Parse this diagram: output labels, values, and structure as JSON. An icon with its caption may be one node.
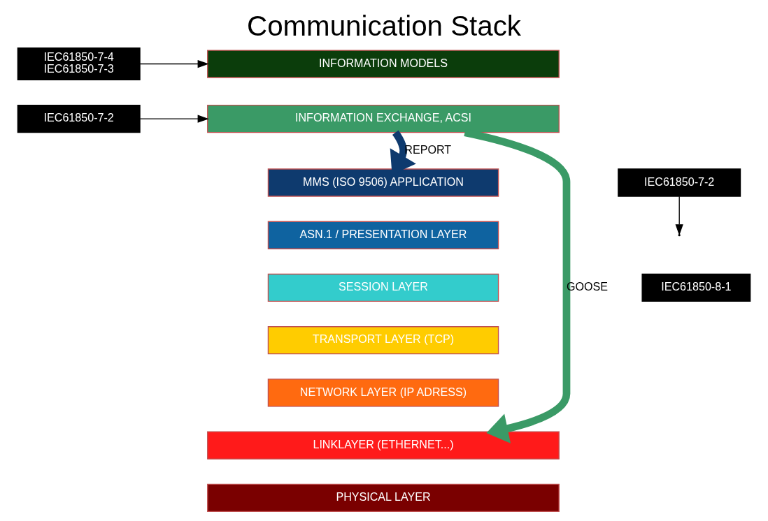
{
  "diagram": {
    "title": "Communication Stack",
    "nodes": [
      {
        "text": [
          "IEC61850-7-4",
          "IEC61850-7-3"
        ]
      },
      {
        "text": [
          "INFORMATION MODELS"
        ]
      },
      {
        "text": [
          "IEC61850-7-2"
        ]
      },
      {
        "text": [
          "INFORMATION EXCHANGE, ACSI"
        ]
      },
      {
        "text": [
          "IEC61850-7-2"
        ]
      },
      {
        "text": [
          "MMS (ISO 9506) APPLICATION"
        ]
      },
      {
        "text": [
          "ASN.1 / PRESENTATION LAYER"
        ]
      },
      {
        "text": [
          "SESSION LAYER"
        ]
      },
      {
        "text": [
          "TRANSPORT LAYER (TCP)"
        ]
      },
      {
        "text": [
          "NETWORK LAYER (IP ADRESS)"
        ]
      },
      {
        "text": [
          "LINKLAYER (ETHERNET...)"
        ]
      },
      {
        "text": [
          "PHYSICAL LAYER"
        ]
      },
      {
        "text": [
          "IEC61850-8-1"
        ]
      }
    ],
    "edges": [
      {
        "from": 0,
        "to": 1,
        "arrow": "to"
      },
      {
        "from": 2,
        "to": 3,
        "arrow": "to"
      },
      {
        "from": 4,
        "to": null,
        "arrow": "to"
      },
      {
        "from": 3,
        "to": 10,
        "arrow": "to",
        "label": "GOOSE",
        "style": "thick",
        "color": "#3a9a66"
      },
      {
        "from": 3,
        "to": 5,
        "arrow": "to",
        "label": "REPORT",
        "style": "thick",
        "color": "#0e3a6e"
      }
    ]
  }
}
